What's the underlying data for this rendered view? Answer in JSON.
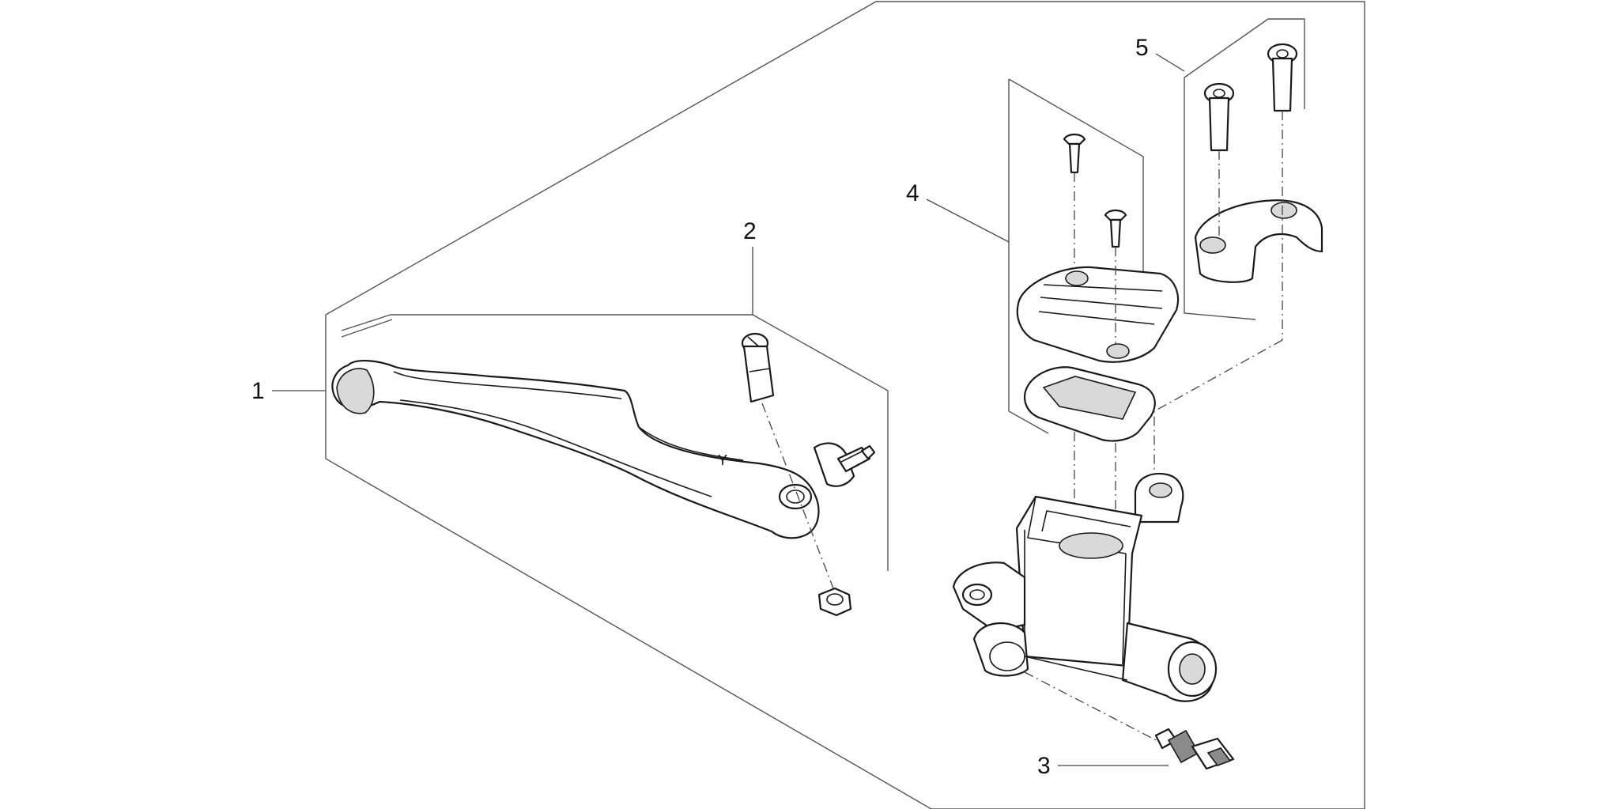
{
  "callouts": [
    {
      "id": "1",
      "label": "1"
    },
    {
      "id": "2",
      "label": "2"
    },
    {
      "id": "3",
      "label": "3"
    },
    {
      "id": "4",
      "label": "4"
    },
    {
      "id": "5",
      "label": "5"
    }
  ],
  "parts": [
    {
      "callout": "1",
      "icon": "lever-icon"
    },
    {
      "callout": "2",
      "icon": "pivot-bolt-and-nut-icon"
    },
    {
      "callout": "3",
      "icon": "brake-switch-icon"
    },
    {
      "callout": "4",
      "icon": "reservoir-cap-icon"
    },
    {
      "callout": "5",
      "icon": "handlebar-clamp-icon"
    }
  ],
  "colors": {
    "line": "#1a1a1a",
    "frame": "#555555",
    "background": "#ffffff"
  }
}
